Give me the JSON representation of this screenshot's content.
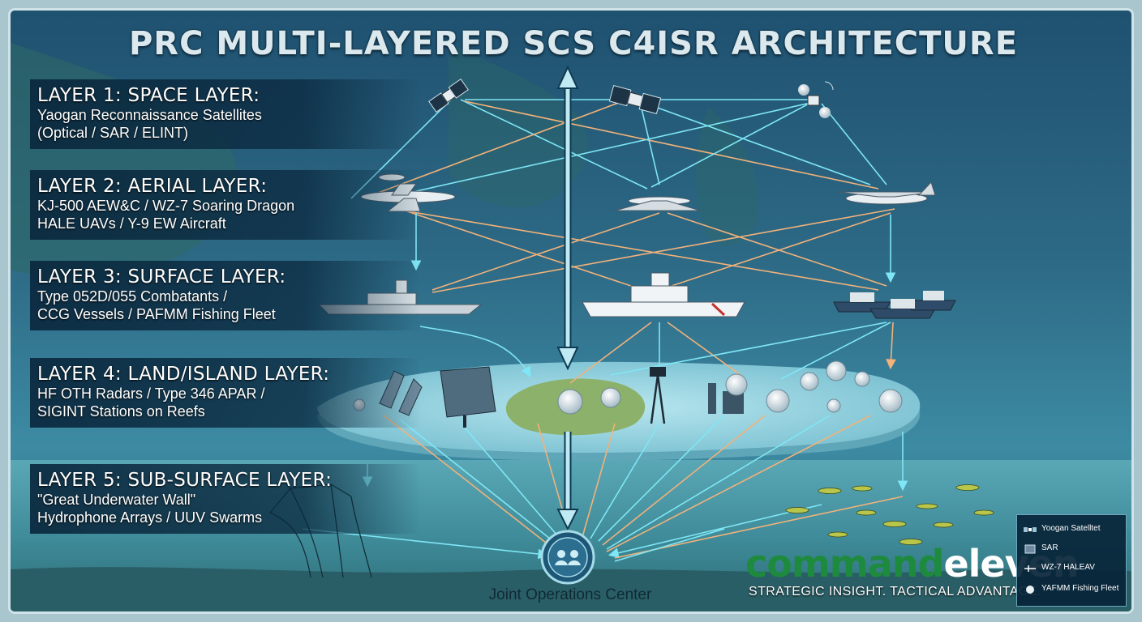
{
  "title": "PRC MULTI-LAYERED SCS C4ISR ARCHITECTURE",
  "layers": [
    {
      "heading": "LAYER 1: SPACE LAYER:",
      "lines": [
        "Yaogan Reconnaissance Satellites",
        "(Optical / SAR / ELINT)"
      ]
    },
    {
      "heading": "LAYER 2: AERIAL LAYER:",
      "lines": [
        "KJ-500 AEW&C / WZ-7 Soaring Dragon",
        "HALE UAVs / Y-9 EW Aircraft"
      ]
    },
    {
      "heading": "LAYER 3: SURFACE LAYER:",
      "lines": [
        "Type 052D/055 Combatants /",
        "CCG Vessels / PAFMM Fishing Fleet"
      ]
    },
    {
      "heading": "LAYER 4: LAND/ISLAND LAYER:",
      "lines": [
        "HF OTH Radars / Type 346 APAR /",
        "SIGINT Stations on Reefs"
      ]
    },
    {
      "heading": "LAYER 5: SUB-SURFACE LAYER:",
      "lines": [
        "\"Great Underwater Wall\"",
        "Hydrophone Arrays / UUV Swarms"
      ]
    }
  ],
  "joc_label": "Joint Operations Center",
  "logo": {
    "part1": "command",
    "part2": "eleven",
    "tagline": "STRATEGIC INSIGHT. TACTICAL ADVANTAGE."
  },
  "legend": [
    {
      "icon": "satellite-icon",
      "label": "Yoogan Satelltet"
    },
    {
      "icon": "radar-icon",
      "label": "SAR"
    },
    {
      "icon": "uav-icon",
      "label": "WZ-7 HALEAV"
    },
    {
      "icon": "dome-icon",
      "label": "YAFMM Fishing Fleet"
    }
  ],
  "colors": {
    "link_cyan": "#7fe6f5",
    "link_orange": "#f2b27a",
    "brand_green": "#1e8a3e"
  }
}
